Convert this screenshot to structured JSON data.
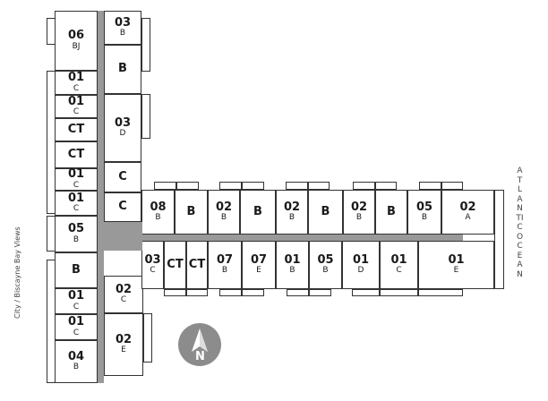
{
  "west_units": [
    {
      "n": "06",
      "t": "BJ"
    },
    {
      "n": "01",
      "t": "C"
    },
    {
      "n": "01",
      "t": "C"
    },
    {
      "n": "CT",
      "t": ""
    },
    {
      "n": "CT",
      "t": ""
    },
    {
      "n": "01",
      "t": "C"
    },
    {
      "n": "01",
      "t": "C"
    },
    {
      "n": "05",
      "t": "B"
    },
    {
      "n": "B",
      "t": ""
    },
    {
      "n": "01",
      "t": "C"
    },
    {
      "n": "01",
      "t": "C"
    },
    {
      "n": "04",
      "t": "B"
    }
  ],
  "east_units": [
    {
      "n": "03",
      "t": "B"
    },
    {
      "n": "B",
      "t": ""
    },
    {
      "n": "03",
      "t": "D"
    },
    {
      "n": "C",
      "t": ""
    },
    {
      "n": "C",
      "t": ""
    },
    {
      "n": "02",
      "t": "C"
    },
    {
      "n": "02",
      "t": "E"
    }
  ],
  "north_units": [
    {
      "n": "08",
      "t": "B"
    },
    {
      "n": "B",
      "t": ""
    },
    {
      "n": "02",
      "t": "B"
    },
    {
      "n": "B",
      "t": ""
    },
    {
      "n": "02",
      "t": "B"
    },
    {
      "n": "B",
      "t": ""
    },
    {
      "n": "02",
      "t": "B"
    },
    {
      "n": "B",
      "t": ""
    },
    {
      "n": "05",
      "t": "B"
    },
    {
      "n": "02",
      "t": "A"
    }
  ],
  "south_units": [
    {
      "n": "03",
      "t": "C"
    },
    {
      "n": "CT",
      "t": ""
    },
    {
      "n": "CT",
      "t": ""
    },
    {
      "n": "07",
      "t": "B"
    },
    {
      "n": "07",
      "t": "E"
    },
    {
      "n": "01",
      "t": "B"
    },
    {
      "n": "05",
      "t": "B"
    },
    {
      "n": "01",
      "t": "D"
    },
    {
      "n": "01",
      "t": "C"
    },
    {
      "n": "01",
      "t": "E"
    }
  ],
  "labels": {
    "west": "City / Biscayne Bay Views",
    "east": "ATLANTIC OCEAN",
    "compass": "N"
  },
  "colors": {
    "corridor": "#999999",
    "compass": "#8c8c8c"
  }
}
